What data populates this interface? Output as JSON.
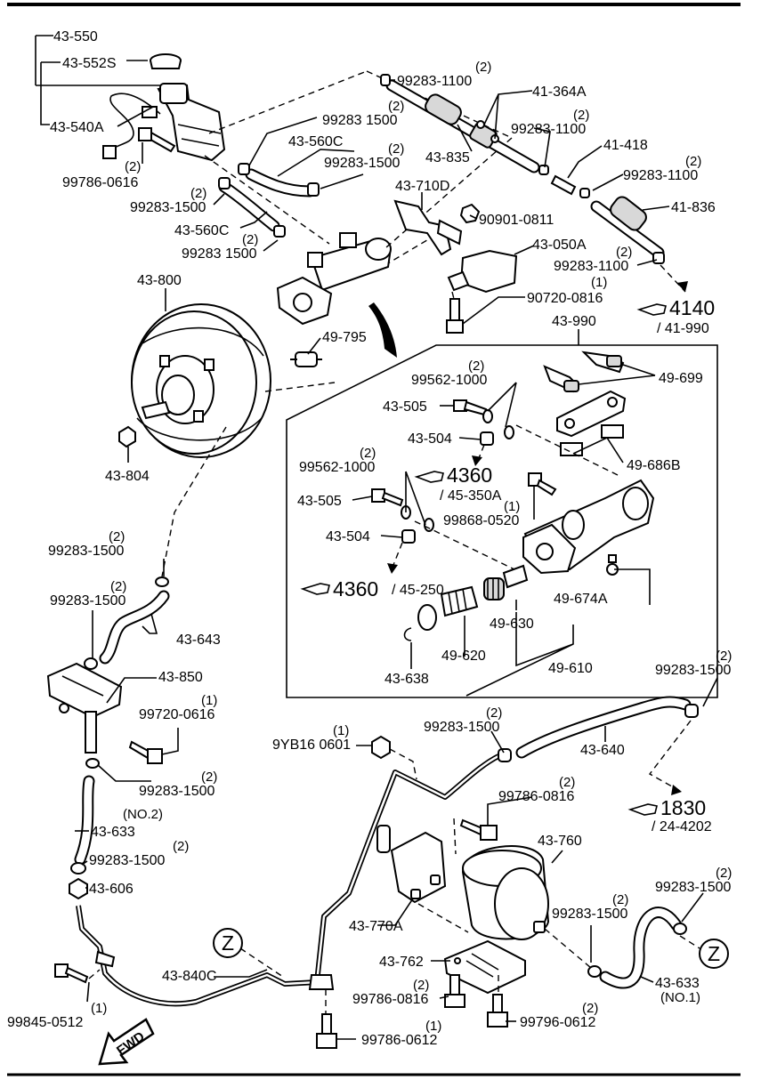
{
  "callouts": [
    {
      "id": "43-550",
      "text": "43-550"
    },
    {
      "id": "43-552S",
      "text": "43-552S"
    },
    {
      "id": "43-540A",
      "text": "43-540A"
    },
    {
      "id": "99786-0616a",
      "text": "99786-0616"
    },
    {
      "id": "99786-0616a-q",
      "text": "(2)"
    },
    {
      "id": "99283-1500a",
      "text": "99283 1500"
    },
    {
      "id": "99283-1500a-q",
      "text": "(2)"
    },
    {
      "id": "43-560C-a",
      "text": "43-560C"
    },
    {
      "id": "99283-1500b",
      "text": "99283-1500"
    },
    {
      "id": "99283-1500b-q",
      "text": "(2)"
    },
    {
      "id": "99283-1500c",
      "text": "99283-1500"
    },
    {
      "id": "99283-1500c-q",
      "text": "(2)"
    },
    {
      "id": "43-560C-b",
      "text": "43-560C"
    },
    {
      "id": "99283-1500d",
      "text": "99283 1500"
    },
    {
      "id": "99283-1500d-q",
      "text": "(2)"
    },
    {
      "id": "99283-1100a",
      "text": "99283-1100"
    },
    {
      "id": "99283-1100a-q",
      "text": "(2)"
    },
    {
      "id": "41-364A",
      "text": "41-364A"
    },
    {
      "id": "43-835",
      "text": "43-835"
    },
    {
      "id": "99283-1100b",
      "text": "99283-1100"
    },
    {
      "id": "99283-1100b-q",
      "text": "(2)"
    },
    {
      "id": "41-418",
      "text": "41-418"
    },
    {
      "id": "99283-1100c",
      "text": "99283-1100"
    },
    {
      "id": "99283-1100c-q",
      "text": "(2)"
    },
    {
      "id": "41-836",
      "text": "41-836"
    },
    {
      "id": "99283-1100d",
      "text": "99283-1100"
    },
    {
      "id": "99283-1100d-q",
      "text": "(2)"
    },
    {
      "id": "43-710D",
      "text": "43-710D"
    },
    {
      "id": "90901-0811",
      "text": "90901-0811"
    },
    {
      "id": "43-050A",
      "text": "43-050A"
    },
    {
      "id": "90720-0816",
      "text": "90720-0816"
    },
    {
      "id": "90720-0816-q",
      "text": "(1)"
    },
    {
      "id": "43-800",
      "text": "43-800"
    },
    {
      "id": "49-795",
      "text": "49-795"
    },
    {
      "id": "43-804",
      "text": "43-804"
    },
    {
      "id": "43-990",
      "text": "43-990"
    },
    {
      "id": "99562-1000a",
      "text": "99562-1000"
    },
    {
      "id": "99562-1000a-q",
      "text": "(2)"
    },
    {
      "id": "43-505a",
      "text": "43-505"
    },
    {
      "id": "43-504a",
      "text": "43-504"
    },
    {
      "id": "49-699",
      "text": "49-699"
    },
    {
      "id": "49-686B",
      "text": "49-686B"
    },
    {
      "id": "99562-1000b",
      "text": "99562-1000"
    },
    {
      "id": "99562-1000b-q",
      "text": "(2)"
    },
    {
      "id": "43-505b",
      "text": "43-505"
    },
    {
      "id": "99868-0520",
      "text": "99868-0520"
    },
    {
      "id": "99868-0520-q",
      "text": "(1)"
    },
    {
      "id": "43-504b",
      "text": "43-504"
    },
    {
      "id": "49-674A",
      "text": "49-674A"
    },
    {
      "id": "49-630",
      "text": "49-630"
    },
    {
      "id": "49-620",
      "text": "49-620"
    },
    {
      "id": "49-610",
      "text": "49-610"
    },
    {
      "id": "43-638",
      "text": "43-638"
    },
    {
      "id": "99283-1500e",
      "text": "99283-1500"
    },
    {
      "id": "99283-1500e-q",
      "text": "(2)"
    },
    {
      "id": "99283-1500f",
      "text": "99283-1500"
    },
    {
      "id": "99283-1500f-q",
      "text": "(2)"
    },
    {
      "id": "43-643",
      "text": "43-643"
    },
    {
      "id": "43-850",
      "text": "43-850"
    },
    {
      "id": "99720-0616",
      "text": "99720-0616"
    },
    {
      "id": "99720-0616-q",
      "text": "(1)"
    },
    {
      "id": "99283-1500g",
      "text": "99283-1500"
    },
    {
      "id": "99283-1500g-q",
      "text": "(2)"
    },
    {
      "id": "43-633-no2",
      "text": "43-633"
    },
    {
      "id": "43-633-no2-q",
      "text": "(NO.2)"
    },
    {
      "id": "99283-1500h",
      "text": "99283-1500"
    },
    {
      "id": "99283-1500h-q",
      "text": "(2)"
    },
    {
      "id": "43-606",
      "text": "43-606"
    },
    {
      "id": "99845-0512",
      "text": "99845-0512"
    },
    {
      "id": "99845-0512-q",
      "text": "(1)"
    },
    {
      "id": "43-840C",
      "text": "43-840C"
    },
    {
      "id": "9YB16-0601",
      "text": "9YB16 0601"
    },
    {
      "id": "9YB16-0601-q",
      "text": "(1)"
    },
    {
      "id": "99283-1500i",
      "text": "99283-1500"
    },
    {
      "id": "99283-1500i-q",
      "text": "(2)"
    },
    {
      "id": "43-640",
      "text": "43-640"
    },
    {
      "id": "99283-1500j",
      "text": "99283-1500"
    },
    {
      "id": "99283-1500j-q",
      "text": "(2)"
    },
    {
      "id": "99786-0816a",
      "text": "99786-0816"
    },
    {
      "id": "99786-0816a-q",
      "text": "(2)"
    },
    {
      "id": "43-760",
      "text": "43-760"
    },
    {
      "id": "43-770A",
      "text": "43-770A"
    },
    {
      "id": "43-762",
      "text": "43-762"
    },
    {
      "id": "99786-0816b",
      "text": "99786-0816"
    },
    {
      "id": "99786-0816b-q",
      "text": "(2)"
    },
    {
      "id": "99796-0612",
      "text": "99796-0612"
    },
    {
      "id": "99796-0612-q",
      "text": "(2)"
    },
    {
      "id": "99786-0612",
      "text": "99786-0612"
    },
    {
      "id": "99786-0612-q",
      "text": "(1)"
    },
    {
      "id": "99283-1500k",
      "text": "99283-1500"
    },
    {
      "id": "99283-1500k-q",
      "text": "(2)"
    },
    {
      "id": "99283-1500l",
      "text": "99283-1500"
    },
    {
      "id": "99283-1500l-q",
      "text": "(2)"
    },
    {
      "id": "43-633-no1",
      "text": "43-633"
    },
    {
      "id": "43-633-no1-q",
      "text": "(NO.1)"
    }
  ],
  "references": [
    {
      "id": "ref-4140",
      "text": "4140",
      "sub": "/ 41-990"
    },
    {
      "id": "ref-4360a",
      "text": "4360",
      "sub": "/ 45-350A"
    },
    {
      "id": "ref-4360b",
      "text": "4360",
      "sub": "/ 45-250"
    },
    {
      "id": "ref-1830",
      "text": "1830",
      "sub": "/ 24-4202"
    }
  ],
  "markers": {
    "z": "Z",
    "fwd": "FWD"
  }
}
